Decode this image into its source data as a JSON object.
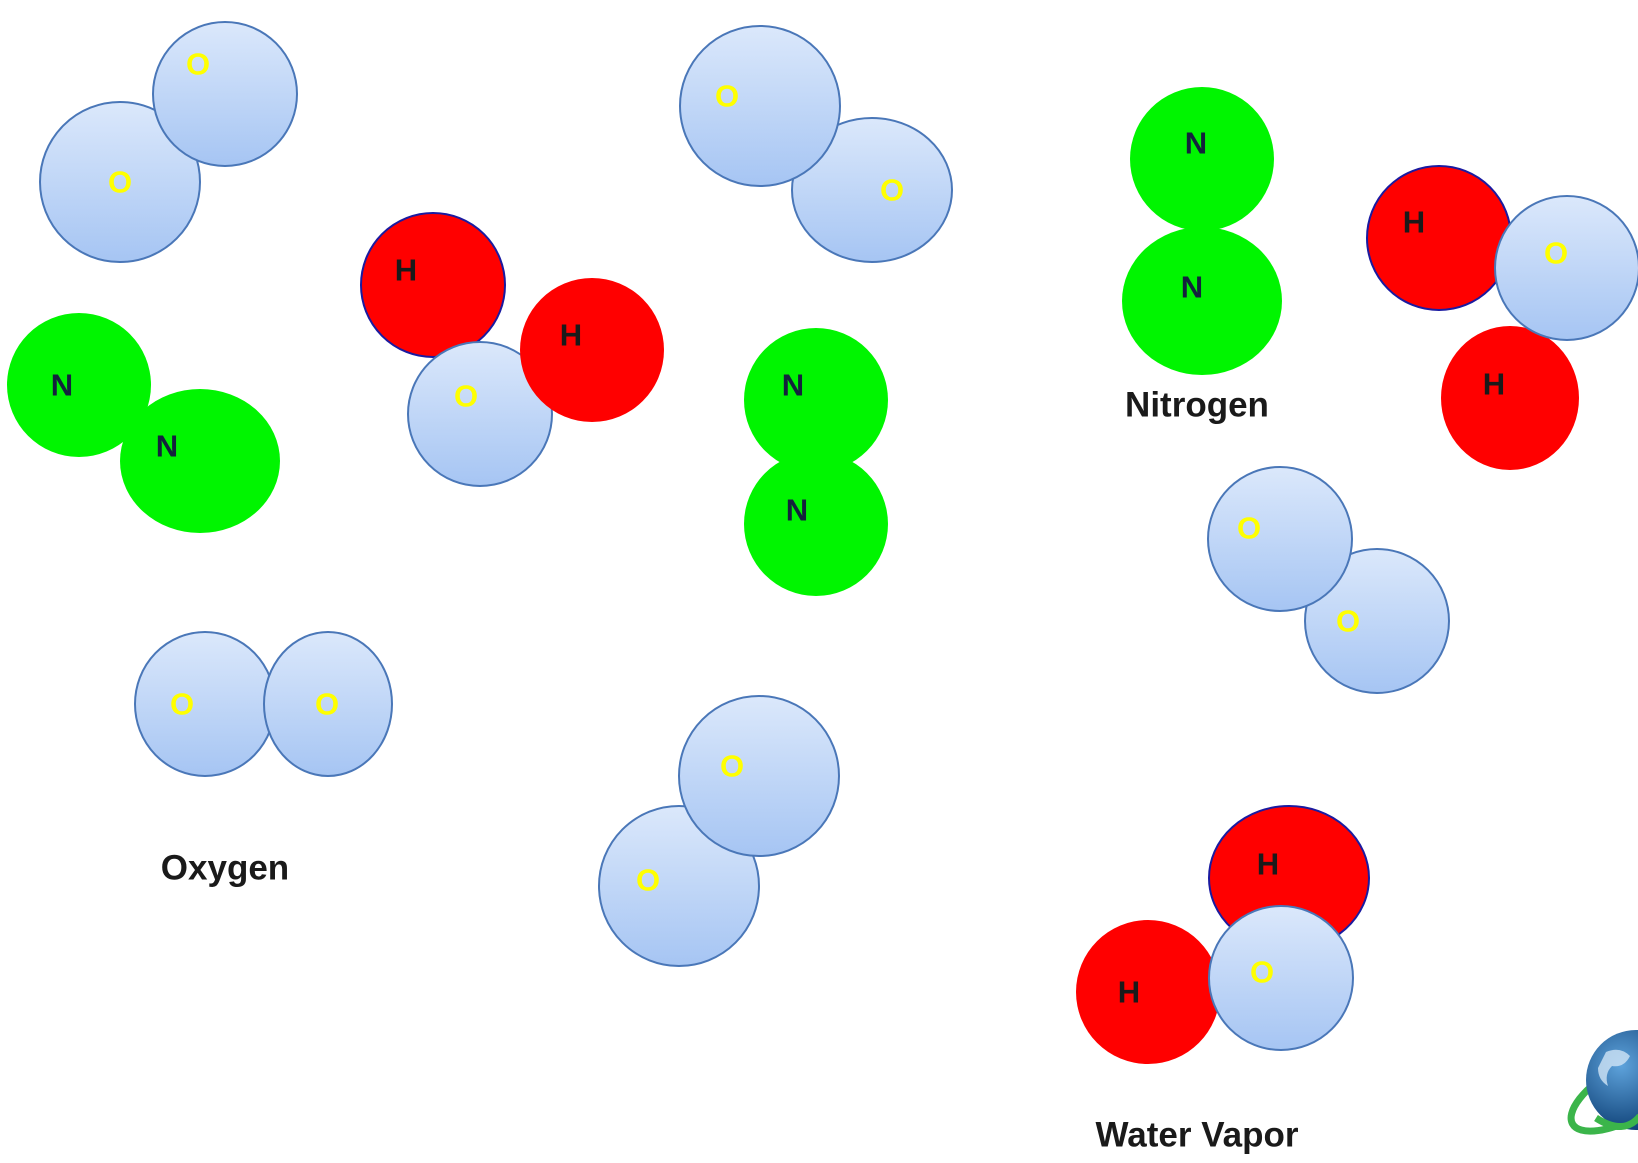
{
  "captions": {
    "oxygen": "Oxygen",
    "nitrogen": "Nitrogen",
    "water_vapor": "Water Vapor"
  },
  "symbols": {
    "oxygen": "O",
    "nitrogen": "N",
    "hydrogen": "H"
  },
  "colors": {
    "oxygen_fill_top": "#dbe8fb",
    "oxygen_fill_bottom": "#a6c5f3",
    "oxygen_stroke": "#4a77b8",
    "oxygen_text": "#ffff00",
    "nitrogen_fill": "#00f500",
    "nitrogen_text": "#14213d",
    "hydrogen_fill": "#ff0000",
    "hydrogen_stroke": "#1a1aa0",
    "hydrogen_text": "#1a1a1a"
  },
  "icons": {
    "globe": "globe-logo-icon"
  }
}
